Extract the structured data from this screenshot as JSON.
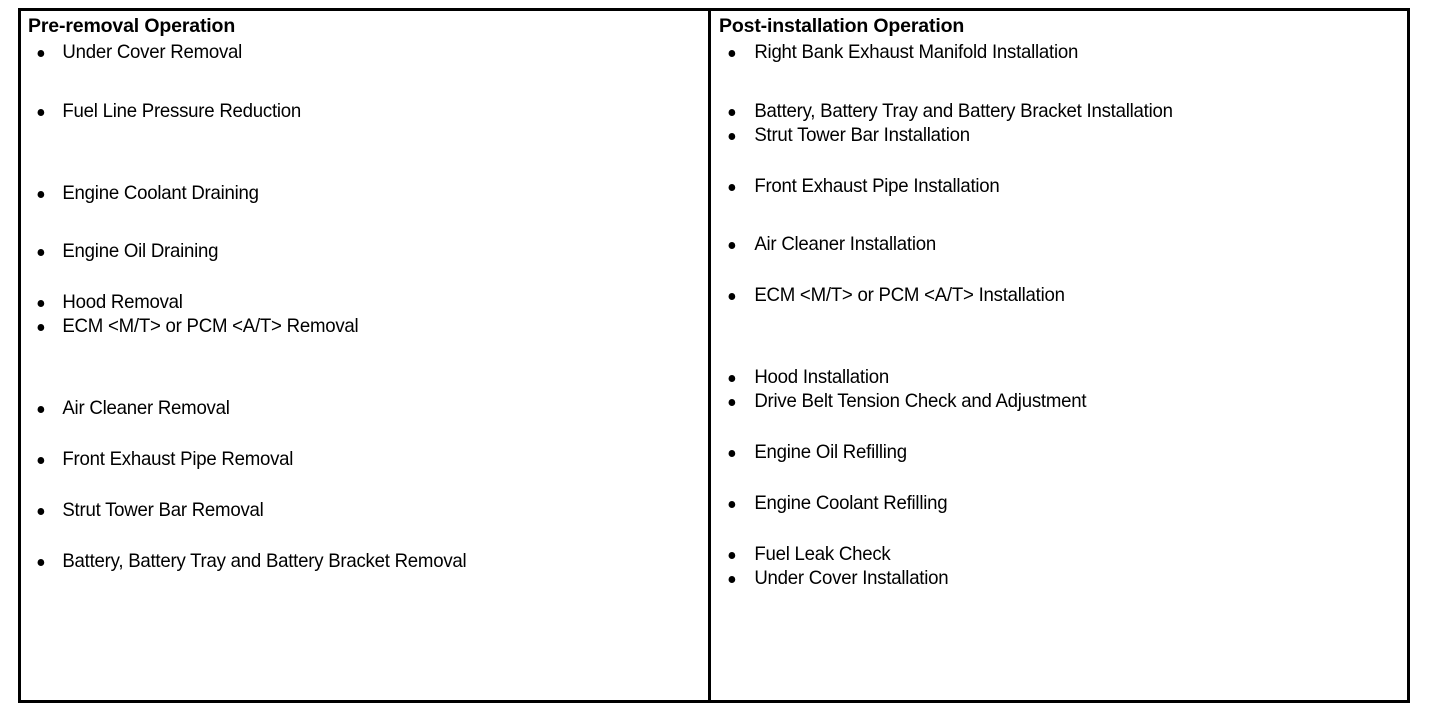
{
  "table": {
    "columns": [
      {
        "id": "pre-removal",
        "heading": "Pre-removal Operation",
        "items": [
          {
            "label": "Under Cover Removal",
            "gap": "gap-0"
          },
          {
            "label": "Fuel Line Pressure Reduction",
            "gap": "gap-1"
          },
          {
            "label": "Engine Coolant Draining",
            "gap": "gap-4"
          },
          {
            "label": "Engine Oil Draining",
            "gap": "gap-3"
          },
          {
            "label": "Hood Removal",
            "gap": "gap-2"
          },
          {
            "label": "ECM <M/T> or PCM <A/T> Removal",
            "gap": "gap-0"
          },
          {
            "label": "Air Cleaner Removal",
            "gap": "gap-4"
          },
          {
            "label": "Front Exhaust Pipe Removal",
            "gap": "gap-2"
          },
          {
            "label": "Strut Tower Bar Removal",
            "gap": "gap-2"
          },
          {
            "label": "Battery, Battery Tray and Battery Bracket Removal",
            "gap": "gap-2"
          }
        ]
      },
      {
        "id": "post-installation",
        "heading": "Post-installation Operation",
        "items": [
          {
            "label": "Right Bank Exhaust Manifold Installation",
            "gap": "gap-0"
          },
          {
            "label": "Battery, Battery Tray and Battery Bracket Installation",
            "gap": "gap-1"
          },
          {
            "label": "Strut Tower Bar Installation",
            "gap": "gap-0"
          },
          {
            "label": "Front Exhaust Pipe Installation",
            "gap": "gap-2"
          },
          {
            "label": "Air Cleaner Installation",
            "gap": "gap-3"
          },
          {
            "label": "ECM <M/T> or PCM <A/T> Installation",
            "gap": "gap-2"
          },
          {
            "label": "Hood Installation",
            "gap": "gap-4"
          },
          {
            "label": "Drive Belt Tension Check and Adjustment",
            "gap": "gap-0"
          },
          {
            "label": "Engine Oil Refilling",
            "gap": "gap-2"
          },
          {
            "label": "Engine Coolant Refilling",
            "gap": "gap-2"
          },
          {
            "label": "Fuel Leak Check",
            "gap": "gap-2"
          },
          {
            "label": "Under Cover Installation",
            "gap": "gap-0"
          }
        ]
      }
    ],
    "style": {
      "border_color": "#000000",
      "text_color": "#000000",
      "background": "#ffffff"
    }
  }
}
